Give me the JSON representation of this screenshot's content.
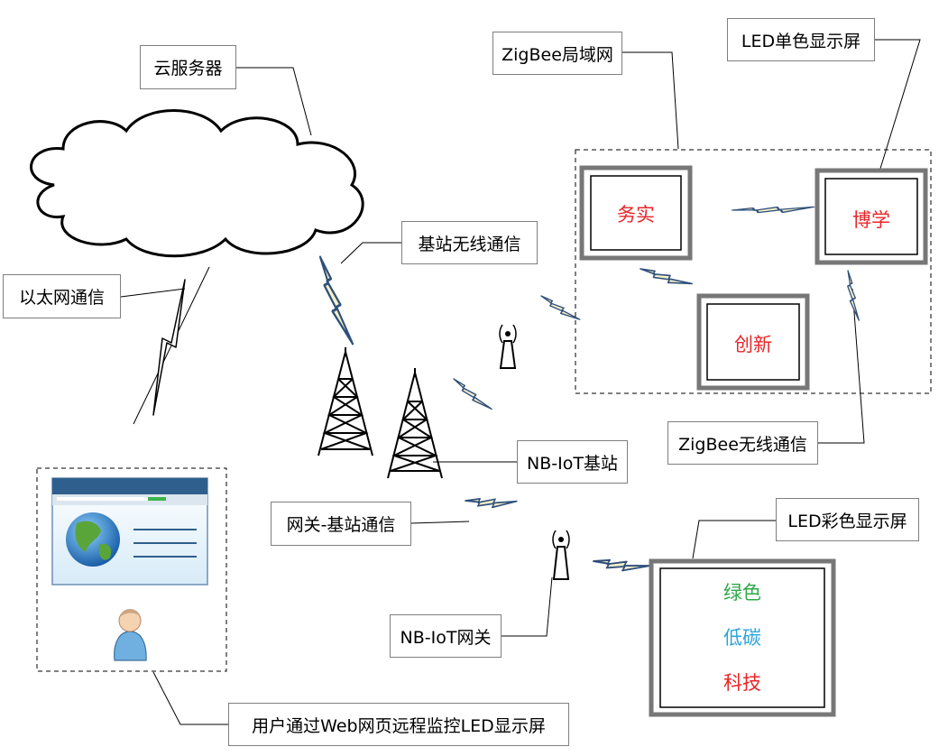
{
  "labels": {
    "cloud_server": "云服务器",
    "ethernet": "以太网通信",
    "base_station_wireless": "基站无线通信",
    "zigbee_lan": "ZigBee局域网",
    "led_mono": "LED单色显示屏",
    "zigbee_wireless": "ZigBee无线通信",
    "nbiot_base": "NB-IoT基站",
    "gateway_base": "网关-基站通信",
    "nbiot_gateway": "NB-IoT网关",
    "led_color": "LED彩色显示屏",
    "user_web": "用户通过Web网页远程监控LED显示屏"
  },
  "mono_screens": {
    "s1": "务实",
    "s2": "博学",
    "s3": "创新"
  },
  "color_screen": {
    "line1": "绿色",
    "line2": "低碳",
    "line3": "科技"
  },
  "colors": {
    "mono_text": "#e8262a",
    "line1": "#2ea84a",
    "line2": "#2aa4dc",
    "line3": "#e8262a",
    "lightning_fill": "#f5f0c8",
    "lightning_stroke": "#2f4f7a"
  }
}
